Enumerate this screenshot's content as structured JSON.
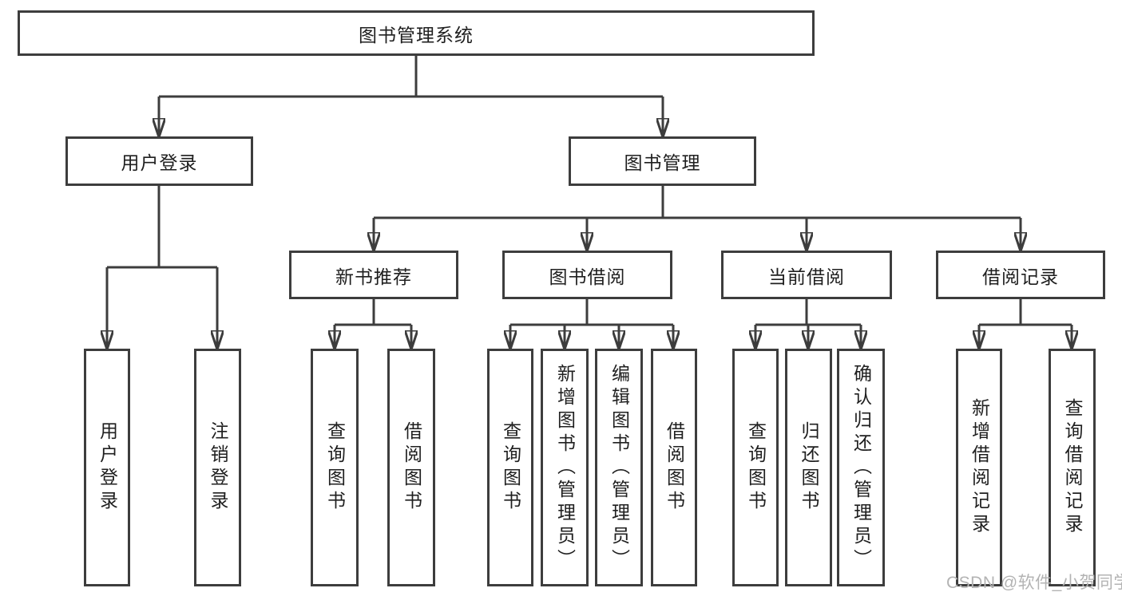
{
  "style": {
    "line_color": "#3d3d3d",
    "box_border_color": "#3d3d3d",
    "box_background": "#ffffff",
    "text_color": "#1f1f1f",
    "page_background": "#ffffff",
    "watermark_color": "#b3b3b3"
  },
  "watermark": {
    "text": "CSDN @软件_小贺同学"
  },
  "tree": {
    "root": {
      "label": "图书管理系统",
      "children": [
        {
          "label": "用户登录",
          "children": [
            {
              "label": "用户登录"
            },
            {
              "label": "注销登录"
            }
          ]
        },
        {
          "label": "图书管理",
          "children": [
            {
              "label": "新书推荐",
              "children": [
                {
                  "label": "查询图书"
                },
                {
                  "label": "借阅图书"
                }
              ]
            },
            {
              "label": "图书借阅",
              "children": [
                {
                  "label": "查询图书"
                },
                {
                  "label": "新增图书（管理员）"
                },
                {
                  "label": "编辑图书（管理员）"
                },
                {
                  "label": "借阅图书"
                }
              ]
            },
            {
              "label": "当前借阅",
              "children": [
                {
                  "label": "查询图书"
                },
                {
                  "label": "归还图书"
                },
                {
                  "label": "确认归还（管理员）"
                }
              ]
            },
            {
              "label": "借阅记录",
              "children": [
                {
                  "label": "新增借阅记录"
                },
                {
                  "label": "查询借阅记录"
                }
              ]
            }
          ]
        }
      ]
    }
  }
}
